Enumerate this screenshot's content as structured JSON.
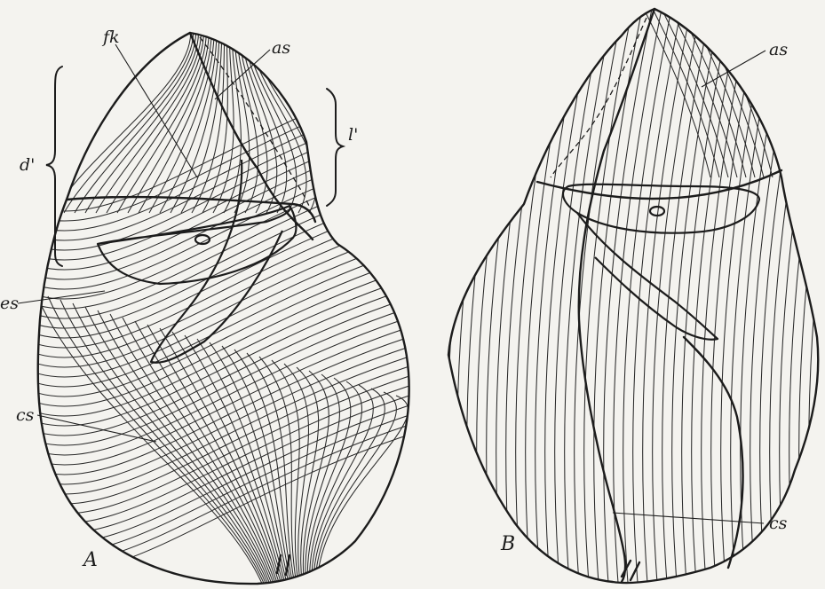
{
  "figure_a": {
    "panel_label": "A",
    "labels": {
      "fk": "fk",
      "as": "as",
      "d_prime": "d'",
      "l_prime": "l'",
      "es": "es",
      "cs": "cs"
    }
  },
  "figure_b": {
    "panel_label": "B",
    "labels": {
      "as": "as",
      "cs": "cs"
    }
  },
  "colors": {
    "ink": "#1c1c1c",
    "paper": "#f4f3ef"
  }
}
